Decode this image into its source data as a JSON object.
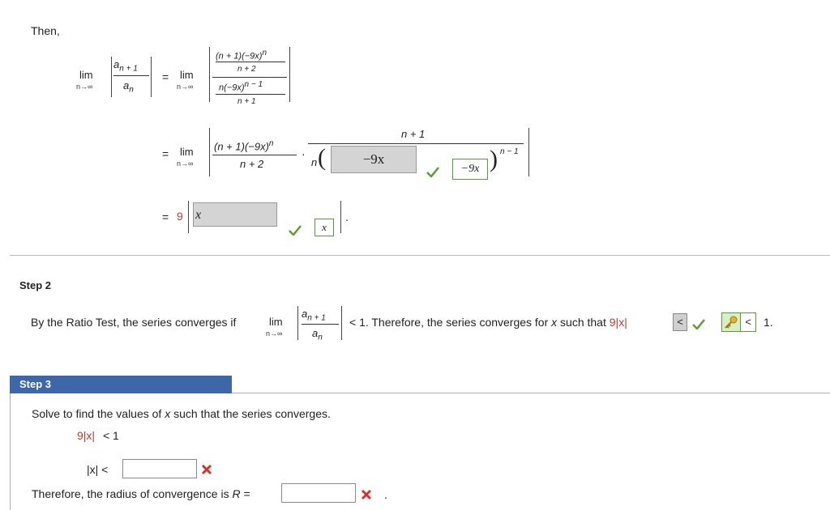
{
  "step1": {
    "then_label": "Then,",
    "lim": "lim",
    "lim_sub": "n→∞",
    "an1": "a",
    "an1_sub": "n + 1",
    "an": "a",
    "an_sub": "n",
    "eq": "=",
    "frac_num_num": "(n + 1)(−9x)",
    "frac_num_den": "n + 2",
    "frac_den_num": "n(−9x)",
    "frac_den_exp": "n − 1",
    "frac_den_den": "n + 1",
    "exp_n": "n",
    "line2_num": "(n + 1)(−9x)",
    "line2_den": "n + 2",
    "dot": "·",
    "line2_rnum": "n + 1",
    "line2_n": "n",
    "answer_box1": "−9x",
    "answer_green1": "−9x",
    "exp_nm1": "n − 1",
    "line3_coef": "9",
    "answer_box2": "x",
    "answer_green2": "x",
    "period": "."
  },
  "step2": {
    "label": "Step 2",
    "text_before": "By the Ratio Test, the series converges if",
    "lim": "lim",
    "lim_sub": "n→∞",
    "a": "a",
    "a_sub1": "n + 1",
    "a_sub2": "n",
    "text_after": "< 1. Therefore, the series converges for",
    "x": "x",
    "such_that": "such that",
    "expr": "9|x|",
    "lt_box": "<",
    "lt_green": "<",
    "one": "1."
  },
  "step3": {
    "label": "Step 3",
    "instruction": "Solve to find the values of",
    "x": "x",
    "instruction_end": "such that the series converges.",
    "ineq1_lhs": "9|x|",
    "ineq1_rhs": "< 1",
    "ineq2_lhs": "|x| <",
    "ineq2_value": "",
    "radius_text": "Therefore, the radius of convergence is",
    "R": "R",
    "eq": "=",
    "radius_value": "",
    "period": "."
  },
  "colors": {
    "check": "#5aa02c",
    "cross": "#d9302c",
    "step_header": "#3d67a8",
    "red_value": "#c0392b"
  }
}
